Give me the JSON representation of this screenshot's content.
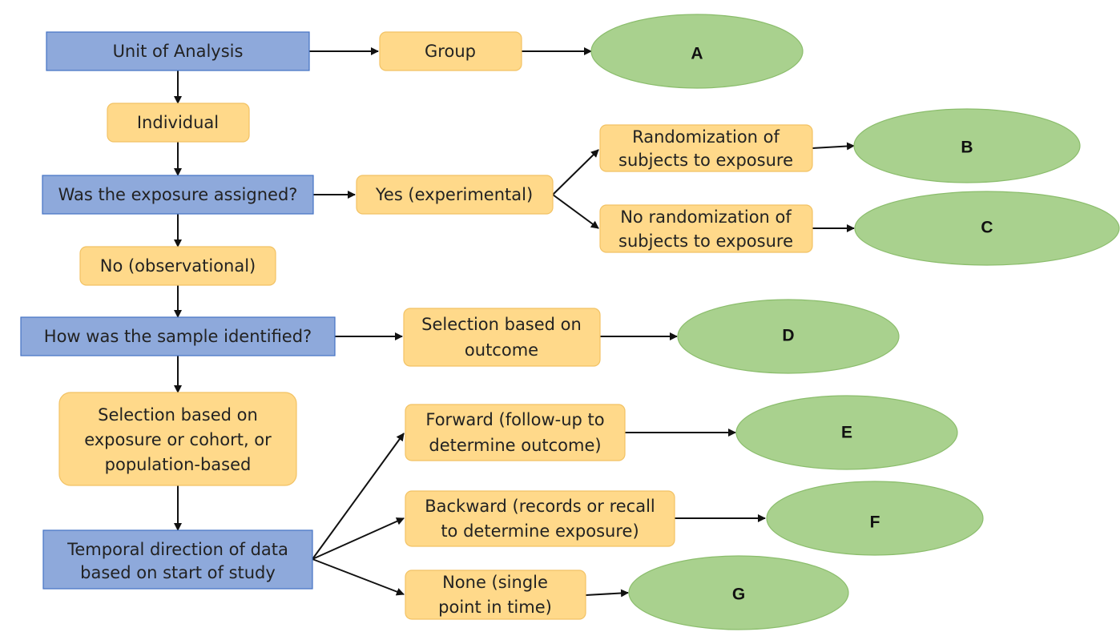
{
  "nodes": {
    "unit_of_analysis": "Unit of Analysis",
    "group": "Group",
    "individual": "Individual",
    "exposure_assigned": "Was the exposure assigned?",
    "yes_experimental": "Yes (experimental)",
    "randomization": [
      "Randomization of",
      "subjects to exposure"
    ],
    "no_randomization": [
      "No randomization of",
      "subjects to exposure"
    ],
    "no_observational": "No (observational)",
    "sample_identified": "How was the sample identified?",
    "selection_outcome": [
      "Selection based on",
      "outcome"
    ],
    "selection_exposure": [
      "Selection based on",
      "exposure or cohort, or",
      "population-based"
    ],
    "temporal_direction": [
      "Temporal direction of data",
      "based on start of study"
    ],
    "forward": [
      "Forward (follow-up to",
      "determine outcome)"
    ],
    "backward": [
      "Backward (records or recall",
      "to determine exposure)"
    ],
    "none_single": [
      "None (single",
      "point in time)"
    ]
  },
  "outcomes": {
    "a": "A",
    "b": "B",
    "c": "C",
    "d": "D",
    "e": "E",
    "f": "F",
    "g": "G"
  }
}
